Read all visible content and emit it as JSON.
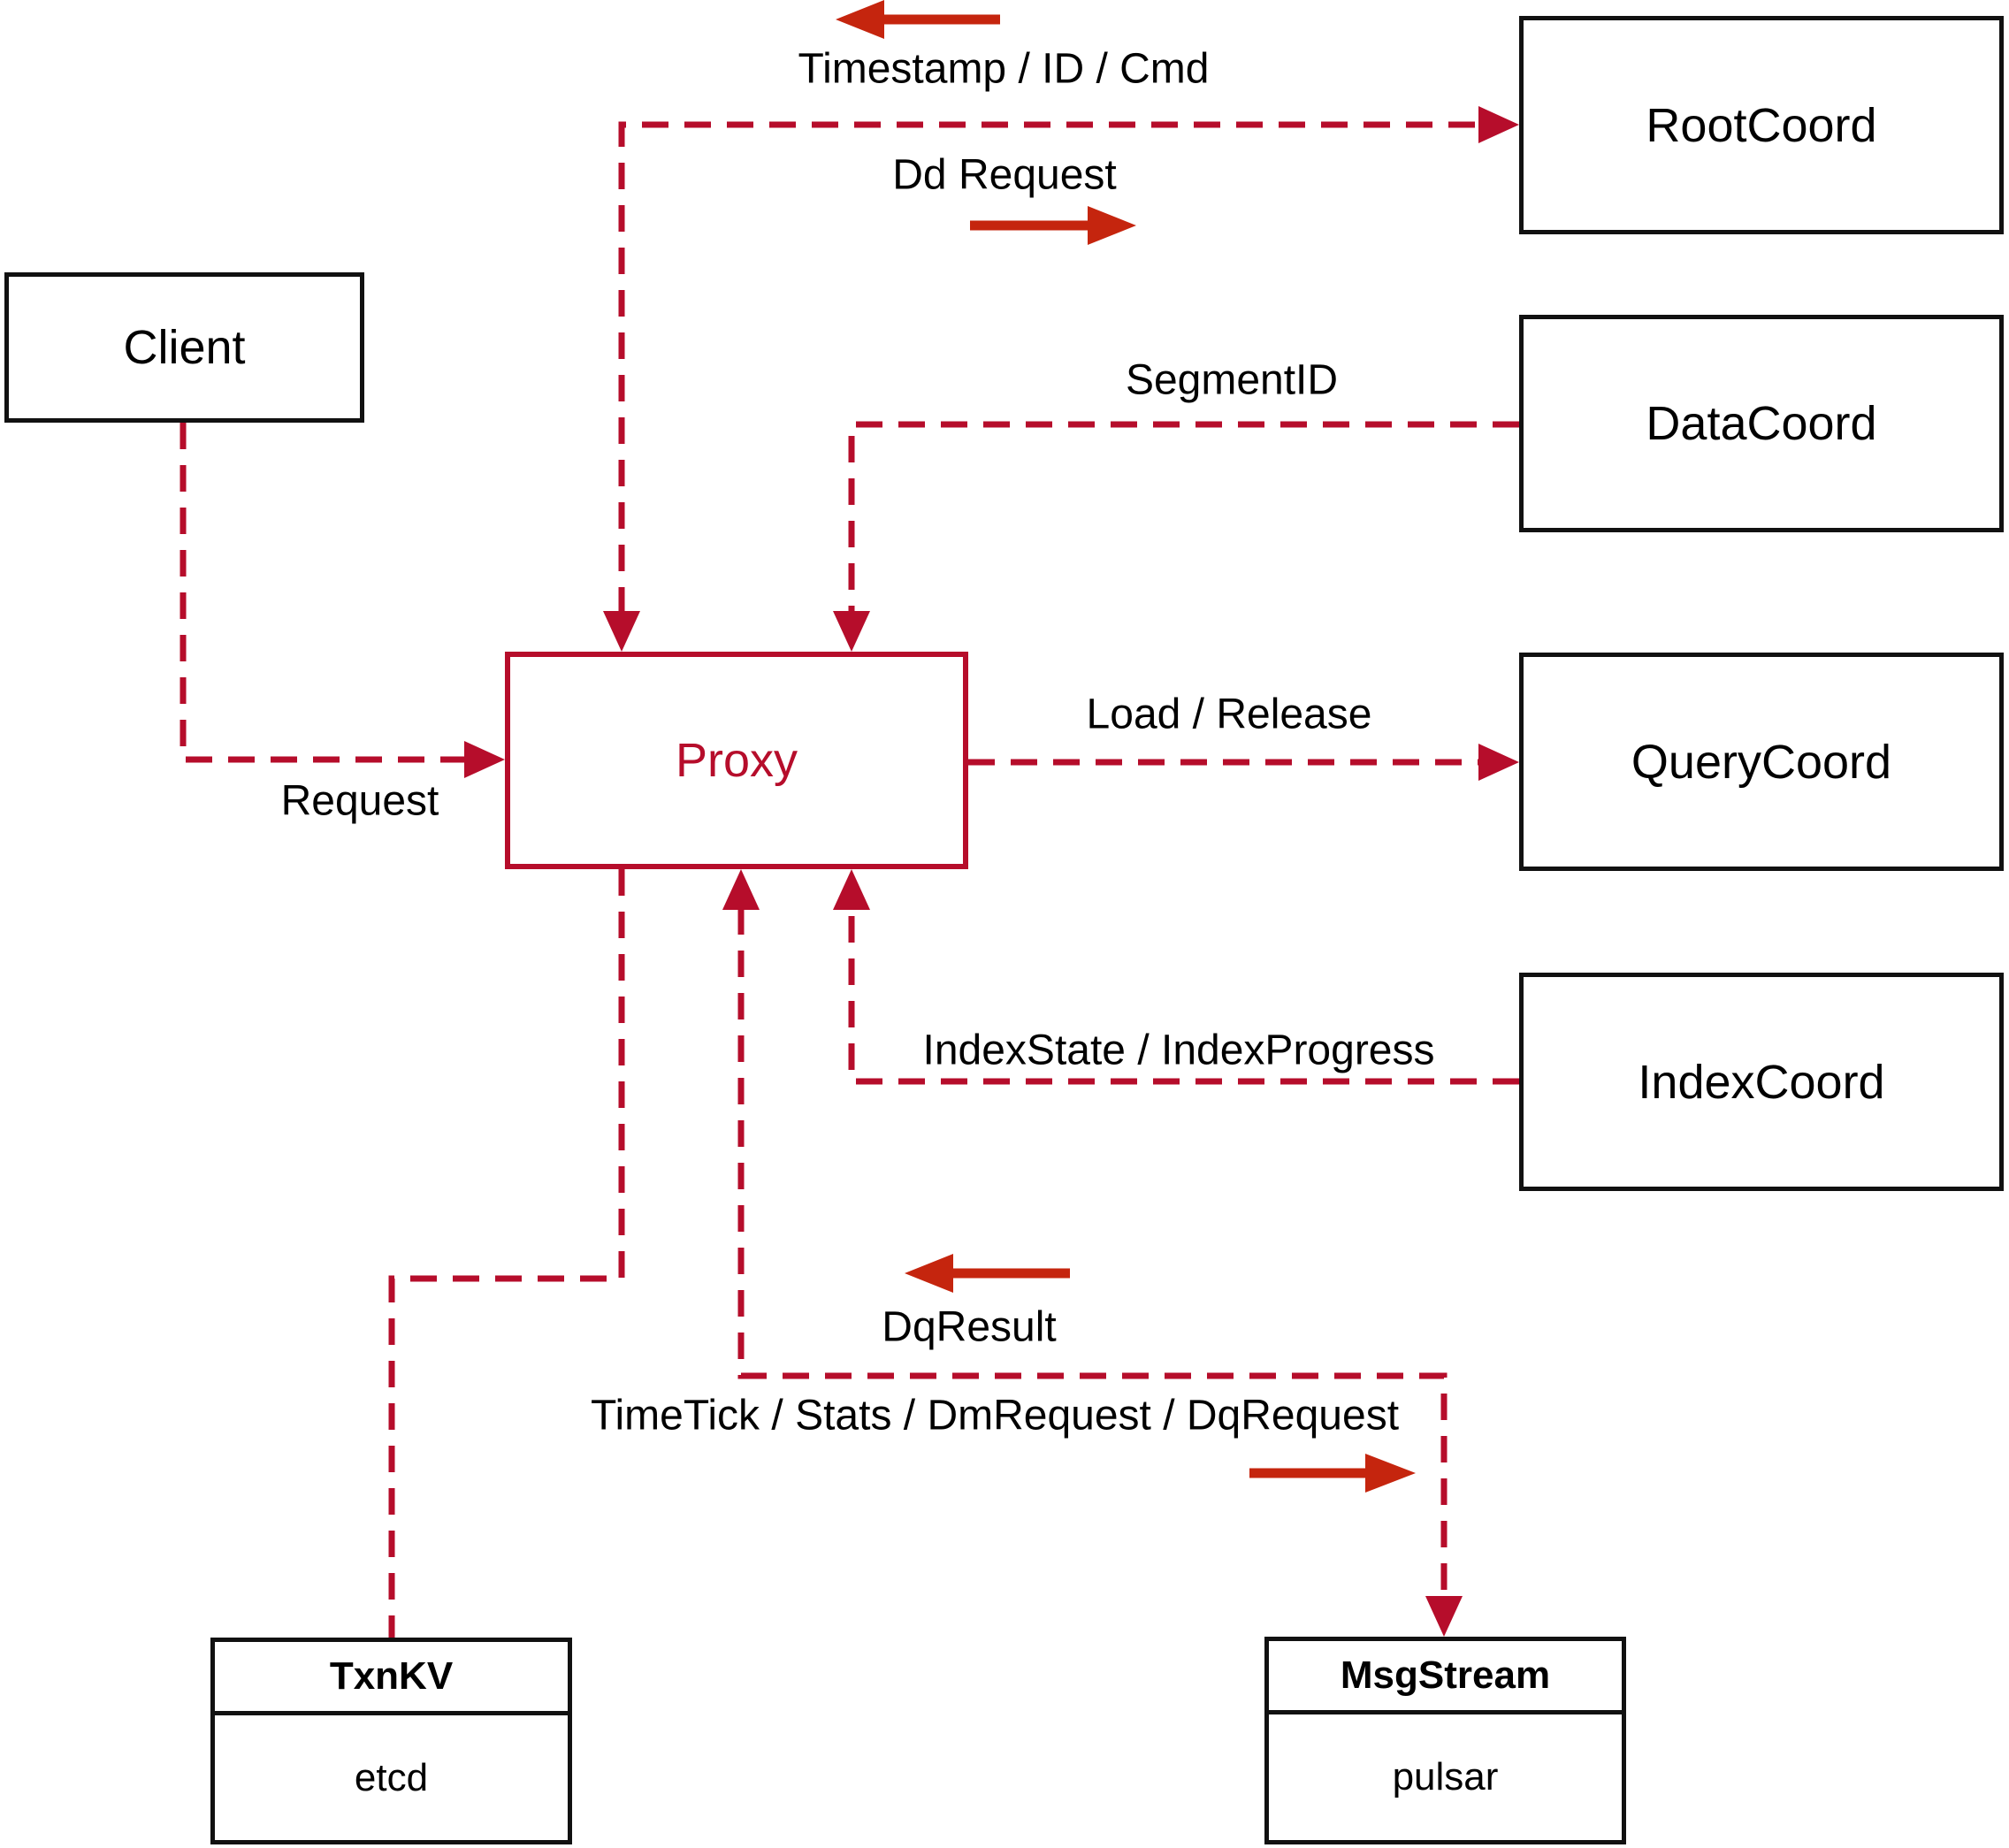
{
  "diagram": {
    "colors": {
      "dashed_line_red": "#b60d2b",
      "solid_arrow_red": "#c5250e",
      "box_border_black": "#111111",
      "background": "#ffffff"
    },
    "nodes": {
      "client": {
        "label": "Client"
      },
      "proxy": {
        "label": "Proxy"
      },
      "root_coord": {
        "label": "RootCoord"
      },
      "data_coord": {
        "label": "DataCoord"
      },
      "query_coord": {
        "label": "QueryCoord"
      },
      "index_coord": {
        "label": "IndexCoord"
      },
      "txn_kv": {
        "title": "TxnKV",
        "impl": "etcd"
      },
      "msg_stream": {
        "title": "MsgStream",
        "impl": "pulsar"
      }
    },
    "edge_labels": {
      "timestamp": "Timestamp / ID / Cmd",
      "dd_request": "Dd Request",
      "segment_id": "SegmentID",
      "load_release": "Load / Release",
      "index_state": "IndexState / IndexProgress",
      "request": "Request",
      "dq_result": "DqResult",
      "time_tick": "TimeTick / Stats / DmRequest / DqRequest"
    }
  }
}
